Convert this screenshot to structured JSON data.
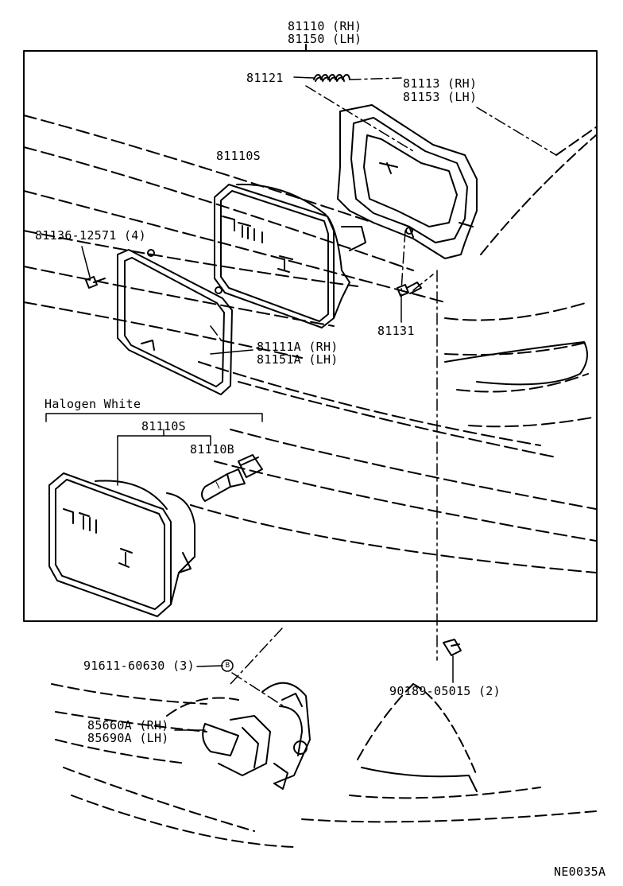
{
  "labels": {
    "assembly_rh": "81110 (RH)",
    "assembly_lh": "81150 (LH)",
    "spring": "81121",
    "housing_rh": "81113 (RH)",
    "housing_lh": "81153 (LH)",
    "sealed_beam": "81110S",
    "screw_qty": "81136-12571 (4)",
    "adjust_screw": "81131",
    "bezel_rh": "81111A (RH)",
    "bezel_lh": "81151A (LH)",
    "halogen_group": "Halogen White",
    "halogen_beam": "81110S",
    "halogen_bulb": "81110B",
    "bolt_qty": "91611-60630 (3)",
    "bolt_callout": "B",
    "clip_qty": "90189-05015 (2)",
    "foglamp_rh": "85660A (RH)",
    "foglamp_lh": "85690A (LH)",
    "diagram_code": "NE0035A"
  }
}
